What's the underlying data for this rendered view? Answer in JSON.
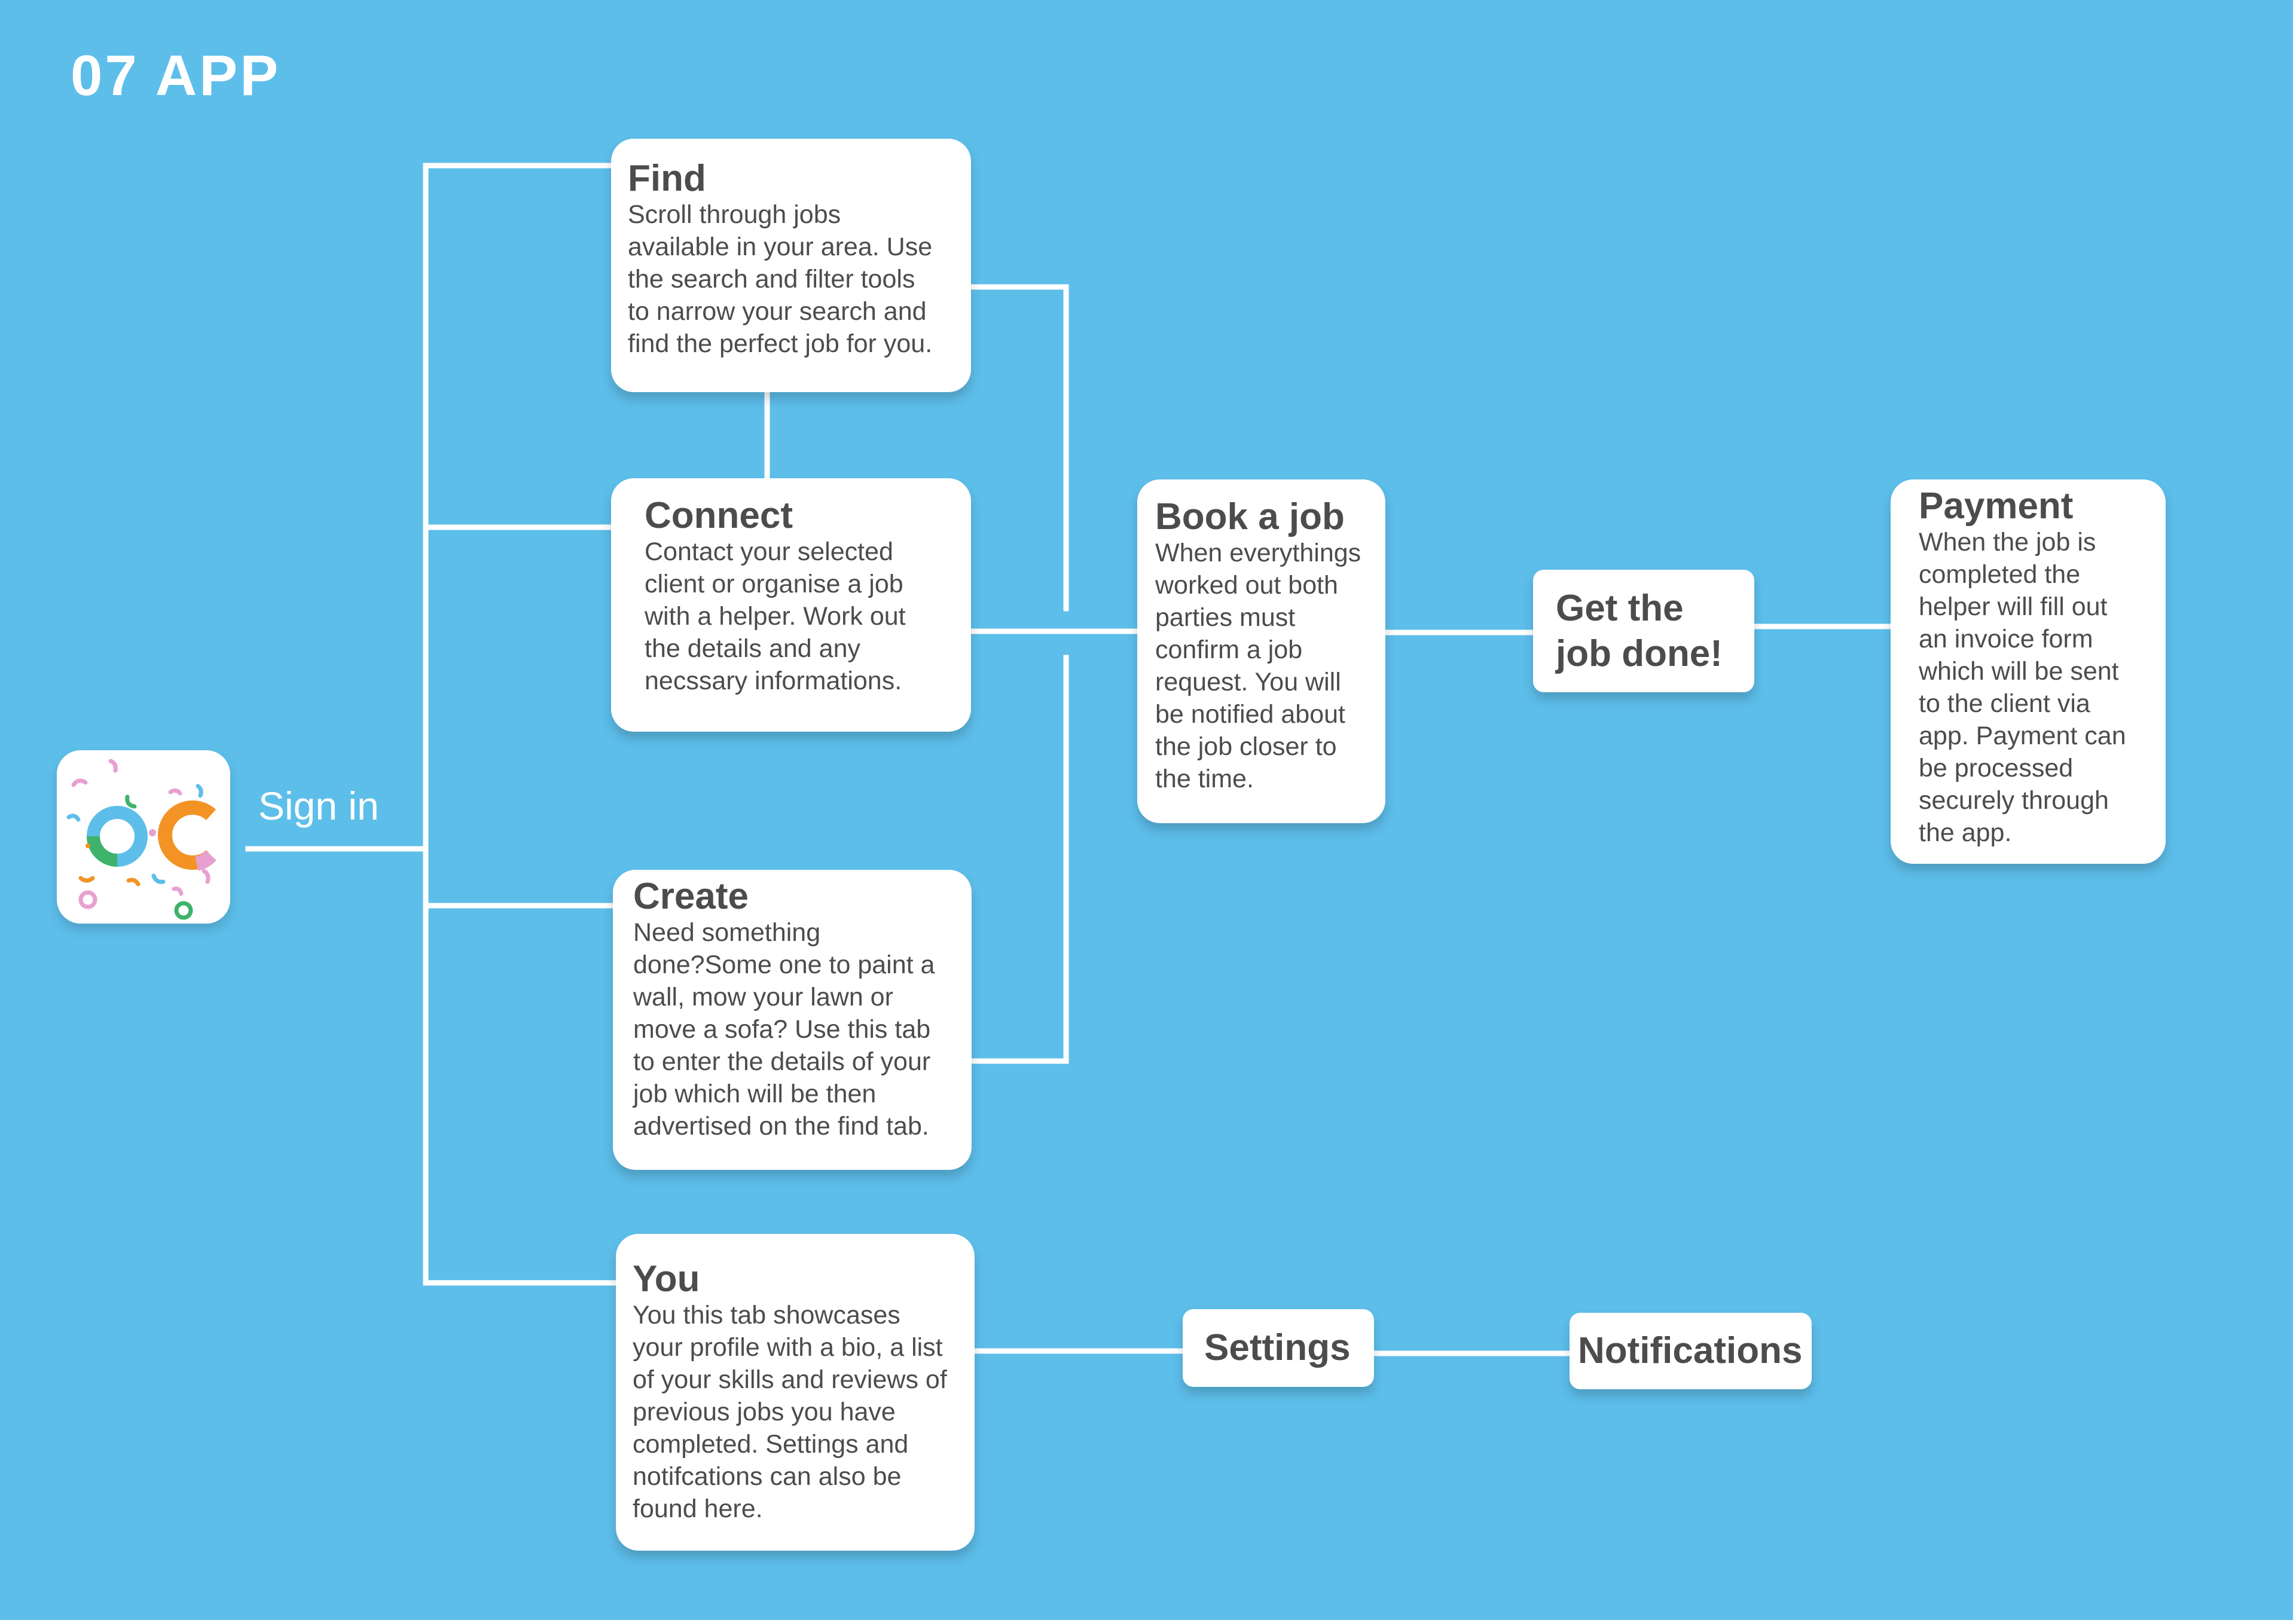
{
  "header": {
    "title": "07 APP"
  },
  "signin": {
    "label": "Sign in"
  },
  "nodes": {
    "find": {
      "title": "Find",
      "lines": [
        "Scroll through jobs",
        "available in your area. Use",
        "the search and filter tools",
        "to narrow your search and",
        "find the perfect job for you."
      ]
    },
    "connect": {
      "title": "Connect",
      "lines": [
        "Contact your selected",
        "client or organise a job",
        "with a helper. Work out",
        "the details and any",
        "necssary informations."
      ]
    },
    "create": {
      "title": "Create",
      "lines": [
        "Need something",
        "done?Some one to paint a",
        "wall, mow your lawn or",
        "move a sofa? Use this tab",
        "to enter the details of your",
        "job which will be then",
        "advertised on the find tab."
      ]
    },
    "you": {
      "title": "You",
      "lines": [
        "You this tab showcases",
        "your profile with a bio, a list",
        "of your skills and reviews of",
        "previous jobs you have",
        "completed. Settings and",
        "notifcations can also be",
        "found here."
      ]
    },
    "book": {
      "title": "Book a job",
      "lines": [
        "When everythings",
        "worked out both",
        "parties must",
        "confirm a job",
        "request. You will",
        "be notified about",
        "the job closer to",
        "the time."
      ]
    },
    "done": {
      "title_lines": [
        "Get the",
        "job done!"
      ]
    },
    "payment": {
      "title": "Payment",
      "lines": [
        "When the job is",
        "completed the",
        "helper will fill out",
        "an invoice form",
        "which will be sent",
        "to the client via",
        "app. Payment can",
        "be processed",
        "securely through",
        "the app."
      ]
    },
    "settings": {
      "title": "Settings"
    },
    "notifications": {
      "title": "Notifications"
    }
  },
  "colors": {
    "background": "#5dbeea",
    "connector": "#ffffff",
    "text": "#4c4c4c",
    "logo_blue": "#5dbeea",
    "logo_green": "#3db36b",
    "logo_orange": "#f39325",
    "logo_pink": "#e7a0d0"
  },
  "logo": {
    "icon": "oc-confetti-logo-icon"
  }
}
